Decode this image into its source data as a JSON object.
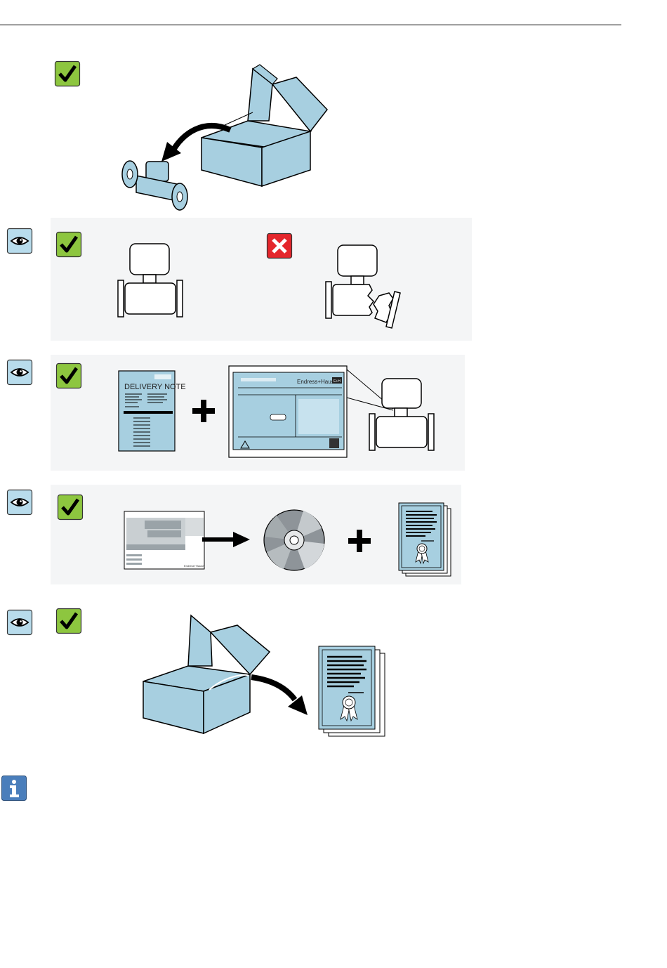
{
  "delivery_note": {
    "title": "DELIVERY NOTE",
    "logo_text": "Endress+Hauser"
  },
  "nameplate": {
    "brand": "Endress+Hauser",
    "brand_badge": "E+H"
  },
  "manual_cover": {
    "subtitle": "Operating Instructions",
    "logo_text": "Endress+Hauser"
  },
  "colors": {
    "accent_blue": "#a7cfe0",
    "check_green": "#8dc63f",
    "cross_red": "#e4262c",
    "eye_blue": "#b8dcec",
    "info_blue": "#4a7ebb"
  },
  "icons": {
    "check": "checkmark-icon",
    "cross": "cross-icon",
    "eye": "eye-icon",
    "info": "info-icon"
  }
}
